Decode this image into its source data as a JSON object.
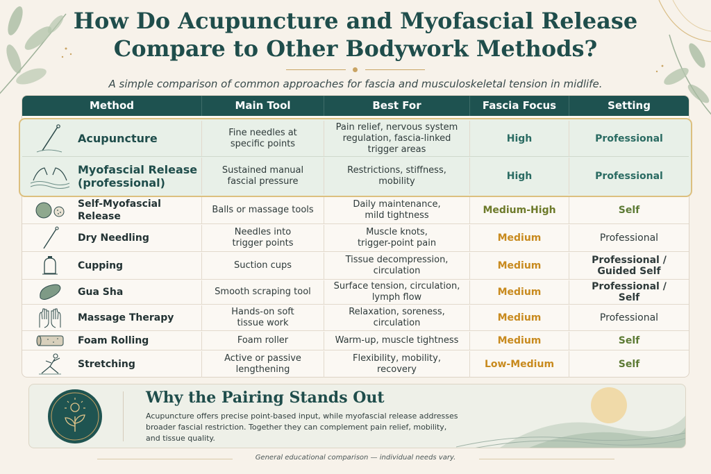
{
  "title_line1": "How Do Acupuncture and Myofascial Release",
  "title_line2": "Compare to Other Bodywork Methods?",
  "subtitle": "A simple comparison of common approaches for fascia and musculoskeletal tension in midlife.",
  "headers": [
    "Method",
    "Main Tool",
    "Best For",
    "Fascia Focus",
    "Setting"
  ],
  "rows": [
    {
      "method_line1": "Acupuncture",
      "method_line2": "",
      "icon": "needle-icon",
      "tool_line1": "Fine needles at",
      "tool_line2": "specific points",
      "best_line1": "Pain relief, nervous system",
      "best_line2": "regulation, fascia-linked",
      "best_line3": "trigger areas",
      "focus": "High",
      "setting_line1": "Professional",
      "setting_line2": ""
    },
    {
      "method_line1": "Myofascial Release",
      "method_line2": "(professional)",
      "icon": "hands-icon",
      "tool_line1": "Sustained manual",
      "tool_line2": "fascial pressure",
      "best_line1": "Restrictions, stiffness,",
      "best_line2": "mobility",
      "best_line3": "",
      "focus": "High",
      "setting_line1": "Professional",
      "setting_line2": ""
    },
    {
      "method_line1": "Self-Myofascial Release",
      "method_line2": "",
      "icon": "massage-balls-icon",
      "tool_line1": "Balls or massage tools",
      "tool_line2": "",
      "best_line1": "Daily maintenance,",
      "best_line2": "mild tightness",
      "best_line3": "",
      "focus": "Medium-High",
      "setting_line1": "Self",
      "setting_line2": ""
    },
    {
      "method_line1": "Dry Needling",
      "method_line2": "",
      "icon": "dry-needle-icon",
      "tool_line1": "Needles into",
      "tool_line2": "trigger points",
      "best_line1": "Muscle knots,",
      "best_line2": "trigger-point pain",
      "best_line3": "",
      "focus": "Medium",
      "setting_line1": "Professional",
      "setting_line2": ""
    },
    {
      "method_line1": "Cupping",
      "method_line2": "",
      "icon": "cup-icon",
      "tool_line1": "Suction cups",
      "tool_line2": "",
      "best_line1": "Tissue decompression,",
      "best_line2": "circulation",
      "best_line3": "",
      "focus": "Medium",
      "setting_line1": "Professional /",
      "setting_line2": "Guided Self"
    },
    {
      "method_line1": "Gua Sha",
      "method_line2": "",
      "icon": "gua-sha-stone-icon",
      "tool_line1": "Smooth scraping tool",
      "tool_line2": "",
      "best_line1": "Surface tension, circulation,",
      "best_line2": "lymph flow",
      "best_line3": "",
      "focus": "Medium",
      "setting_line1": "Professional /",
      "setting_line2": "Self"
    },
    {
      "method_line1": "Massage Therapy",
      "method_line2": "",
      "icon": "hands-outline-icon",
      "tool_line1": "Hands-on soft",
      "tool_line2": "tissue work",
      "best_line1": "Relaxation, soreness,",
      "best_line2": "circulation",
      "best_line3": "",
      "focus": "Medium",
      "setting_line1": "Professional",
      "setting_line2": ""
    },
    {
      "method_line1": "Foam Rolling",
      "method_line2": "",
      "icon": "foam-roller-icon",
      "tool_line1": "Foam roller",
      "tool_line2": "",
      "best_line1": "Warm-up, muscle tightness",
      "best_line2": "",
      "best_line3": "",
      "focus": "Medium",
      "setting_line1": "Self",
      "setting_line2": ""
    },
    {
      "method_line1": "Stretching",
      "method_line2": "",
      "icon": "stretching-figure-icon",
      "tool_line1": "Active or passive",
      "tool_line2": "lengthening",
      "best_line1": "Flexibility, mobility,",
      "best_line2": "recovery",
      "best_line3": "",
      "focus": "Low-Medium",
      "setting_line1": "Self",
      "setting_line2": ""
    }
  ],
  "why": {
    "title": "Why the Pairing Stands Out",
    "body_line1": "Acupuncture offers precise point-based input, while myofascial release addresses",
    "body_line2": "broader fascial restriction. Together they can complement pain relief, mobility,",
    "body_line3": "and tissue quality."
  },
  "footer": "General educational comparison — individual needs vary.",
  "colors": {
    "header_bg": "#1e5250",
    "title": "#1f4d4b",
    "focus_high": "#2a6b62",
    "focus_medium_high": "#6d7a2a",
    "focus_medium": "#c88a1e",
    "setting_professional": "#2a6b62",
    "setting_self": "#5c7a34",
    "highlight_border": "#dcbf7e",
    "highlight_bg": "#e8f0e8",
    "background": "#f7f2ea"
  }
}
